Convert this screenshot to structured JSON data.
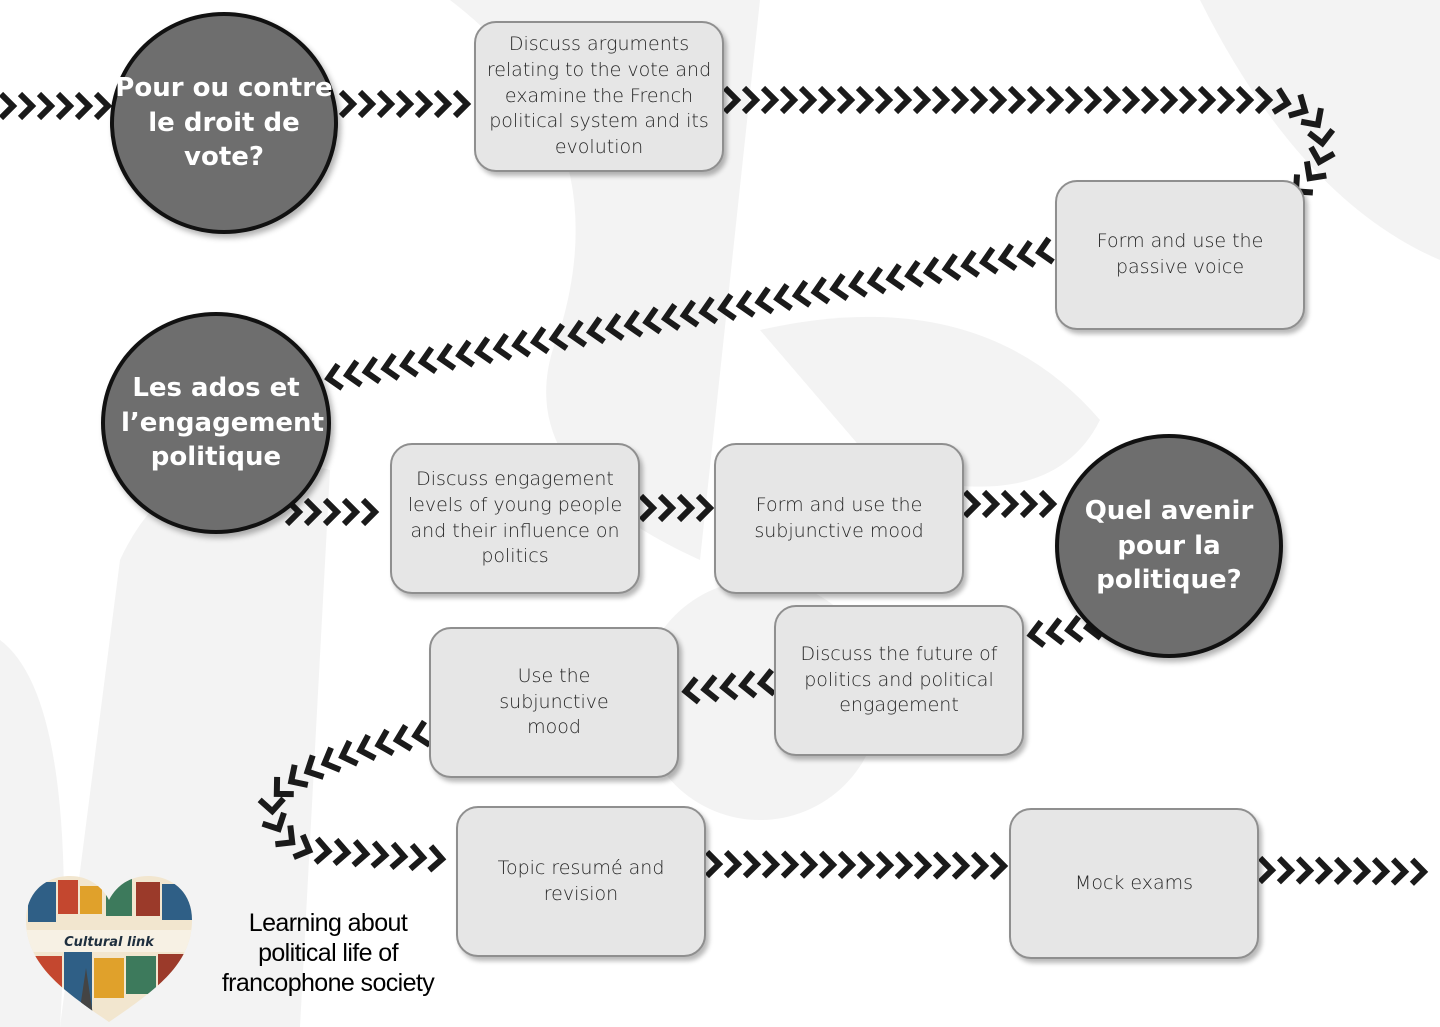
{
  "themes": [
    "Pour ou contre le droit de vote?",
    "Les ados et l’engagement politique",
    "Quel avenir pour la politique?"
  ],
  "steps": [
    "Discuss arguments relating to the vote and examine the French political system and its evolution",
    "Form and use the passive voice",
    "Discuss engagement levels of young people and their influence on politics",
    "Form and use the subjunctive mood",
    "Discuss the future of politics and political engagement",
    "Use the subjunctive mood",
    "Topic resumé and revision",
    "Mock exams"
  ],
  "logo_text": "Cultural link",
  "caption": "Learning about political life of francophone society",
  "colors": {
    "theme_fill": "#6e6e6e",
    "box_fill": "#e6e6e6",
    "arrow": "#1a1a1a"
  }
}
